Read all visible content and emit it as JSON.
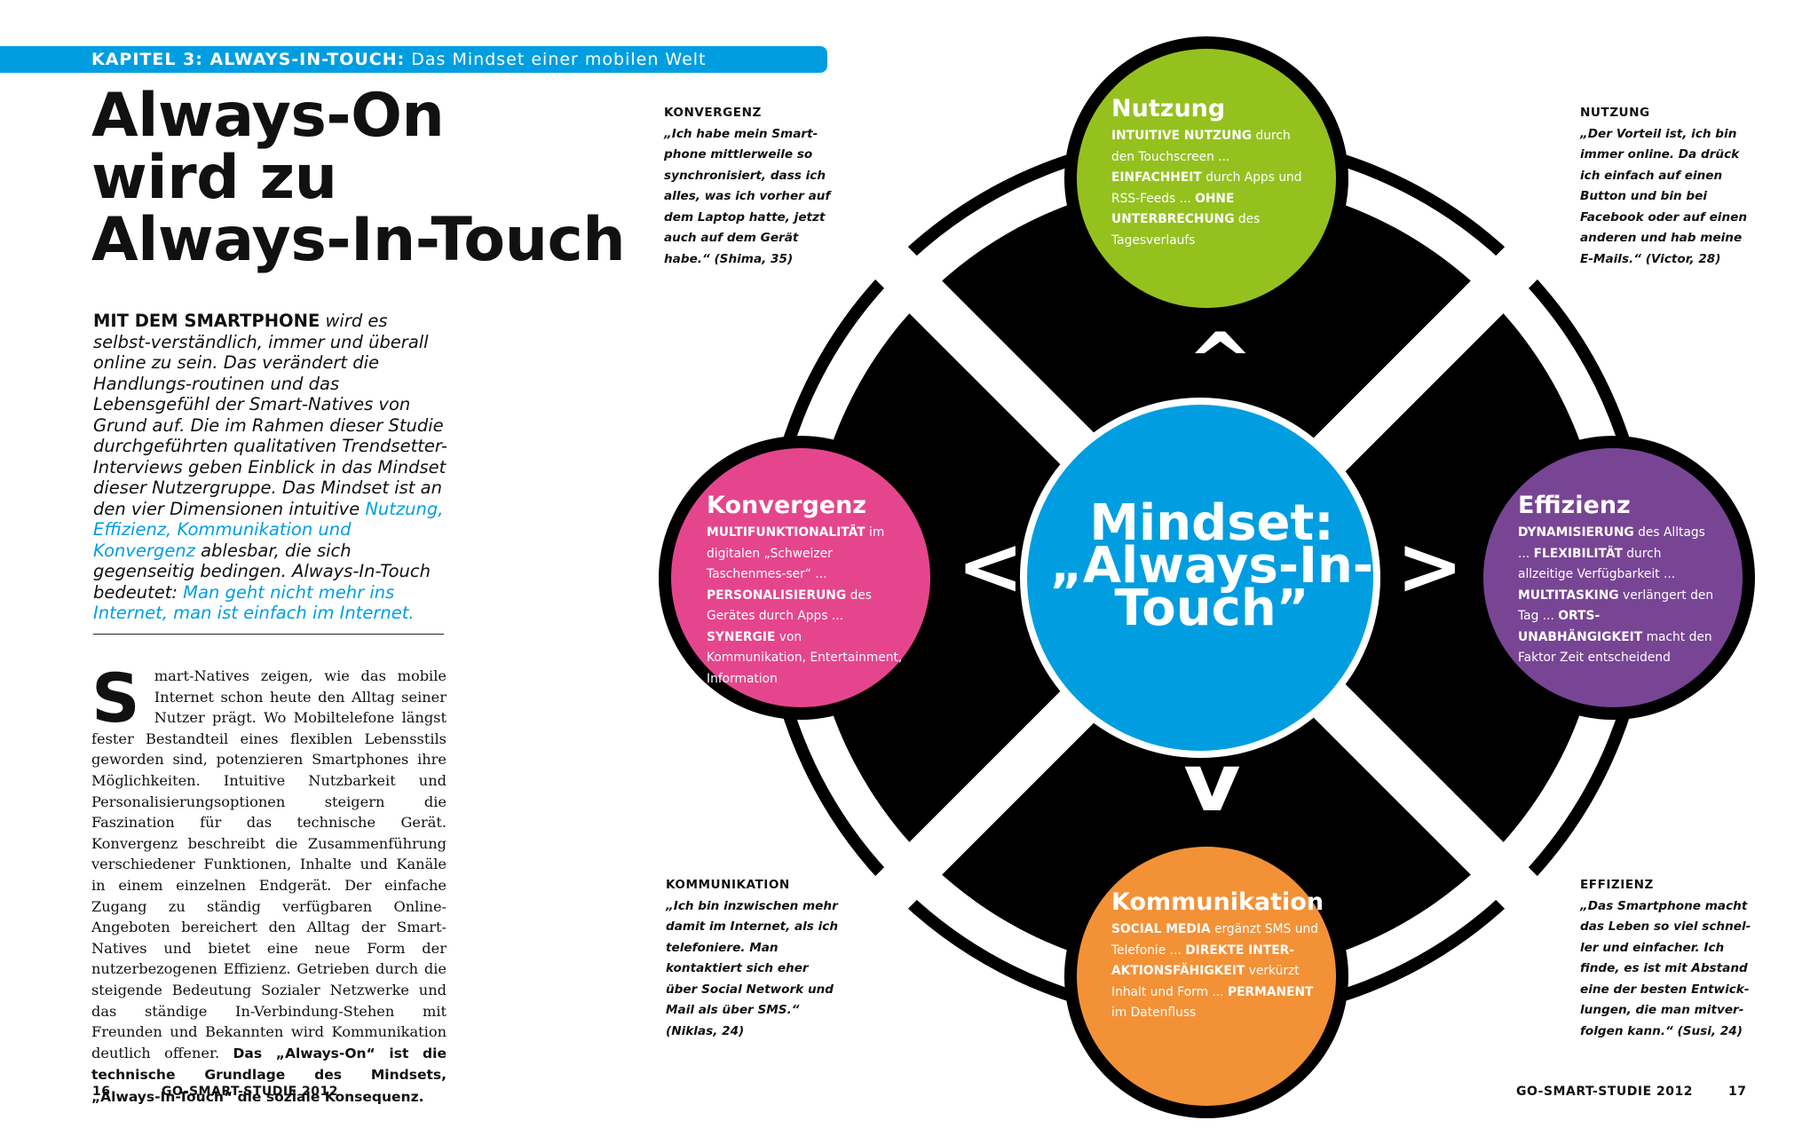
{
  "header": {
    "chapter": "KAPITEL 3: ALWAYS-IN-TOUCH:",
    "subtitle": "Das Mindset einer mobilen Welt"
  },
  "title": {
    "line1": "Always-On",
    "line2": "wird zu",
    "line3": "Always-In-Touch"
  },
  "lead": {
    "bold": "MIT DEM SMARTPHONE",
    "text1": "wird es selbst-verständlich, immer und überall online zu sein. Das verändert die Handlungs-routinen und das Lebensgefühl der Smart-Natives von Grund auf. Die im Rahmen dieser Studie durchgeführten qualitativen Trendsetter-Interviews geben Einblick in das Mindset dieser Nutzergruppe. Das Mindset ist an den vier Dimensionen intuitive",
    "hl1": "Nutzung, Effizienz, Kommunikation und Konvergenz",
    "text2": "ablesbar, die sich gegenseitig bedingen. Always-In-Touch bedeutet:",
    "hl2": "Man geht nicht mehr ins Internet, man ist einfach im Internet."
  },
  "body": {
    "dropcap": "S",
    "text": "mart-Natives zeigen, wie das mobile Internet schon heute den Alltag seiner Nutzer prägt. Wo Mobiltelefone längst fester Bestandteil eines flexiblen Lebensstils geworden sind, potenzieren Smartphones ihre Möglichkeiten. Intuitive Nutzbarkeit und Personalisierungsoptionen steigern die Faszination für das technische Gerät. Konvergenz beschreibt die Zusammenführung verschiedener Funktionen, Inhalte und Kanäle in einem einzelnen Endgerät. Der einfache Zugang zu ständig verfügbaren Online-Angeboten bereichert den Alltag der Smart-Natives und bietet eine neue Form der nutzerbezogenen Effizienz. Getrieben durch die steigende Bedeutung Sozialer Netzwerke und das ständige In-Verbindung-Stehen mit Freunden und Bekannten wird Kommunikation deutlich offener.",
    "bold": "Das „Always-On“ ist die technische Grundlage des Mindsets, „Always-In-Touch“ die soziale Konsequenz."
  },
  "quotes": {
    "konvergenz": {
      "heading": "KONVERGENZ",
      "text": "„Ich habe mein Smart-phone mittlerweile so synchronisiert, dass ich alles, was ich vorher auf dem Laptop hatte, jetzt auch auf dem Gerät habe.“ (Shima, 35)"
    },
    "nutzung": {
      "heading": "NUTZUNG",
      "text": "„Der Vorteil ist, ich bin immer online. Da drück ich einfach auf einen Button und bin bei Facebook oder auf einen anderen und hab meine E-Mails.“ (Victor, 28)"
    },
    "kommunikation": {
      "heading": "KOMMUNIKATION",
      "text": "„Ich bin inzwischen mehr damit im Internet, als ich telefoniere. Man kontaktiert sich eher über Social Network und Mail als über SMS.“ (Niklas, 24)"
    },
    "effizienz": {
      "heading": "EFFIZIENZ",
      "text": "„Das Smartphone macht das Leben so viel schnel-ler und einfacher. Ich finde, es ist mit Abstand eine der besten Entwick-lungen, die man mitver-folgen kann.“ (Susi, 24)"
    }
  },
  "diagram": {
    "center": {
      "line1": "Mindset:",
      "line2": "„Always-In-",
      "line3": "Touch”"
    },
    "arrows": {
      "up": "^",
      "down": "v",
      "left": "<",
      "right": ">"
    },
    "nutzung": {
      "title": "Nutzung",
      "b1": "INTUITIVE NUTZUNG",
      "t1": "durch den Touchscreen ...",
      "b2": "EINFACHHEIT",
      "t2": "durch Apps und RSS-Feeds ...",
      "b3": "OHNE UNTERBRECHUNG",
      "t3": "des Tagesverlaufs"
    },
    "konvergenz": {
      "title": "Konvergenz",
      "b1": "MULTIFUNKTIONALITÄT",
      "t1": "im digitalen „Schweizer Taschenmes-ser“ ...",
      "b2": "PERSONALISIERUNG",
      "t2": "des Gerätes durch Apps ...",
      "b3": "SYNERGIE",
      "t3": "von Kommunikation, Entertainment, Information"
    },
    "effizienz": {
      "title": "Effizienz",
      "b1": "DYNAMISIERUNG",
      "t1": "des Alltags ...",
      "b2": "FLEXIBILITÄT",
      "t2": "durch allzeitige Verfügbarkeit ...",
      "b3": "MULTITASKING",
      "t3": "verlängert den Tag ...",
      "b4": "ORTS-UNABHÄNGIGKEIT",
      "t4": "macht den Faktor Zeit entscheidend"
    },
    "kommunikation": {
      "title": "Kommunikation",
      "b1": "SOCIAL MEDIA",
      "t1": "ergänzt SMS und Telefonie ...",
      "b2": "DIREKTE INTER-AKTIONSFÄHIGKEIT",
      "t2": "verkürzt Inhalt und Form ...",
      "b3": "PERMANENT",
      "t3": "im Datenfluss"
    },
    "colors": {
      "nutzung": "#95c11f",
      "konvergenz": "#e5458c",
      "effizienz": "#774594",
      "kommunikation": "#f39137",
      "center": "#009ee0",
      "background": "#000000"
    }
  },
  "footer": {
    "left_page": "16",
    "left_pub": "GO-SMART-STUDIE 2012",
    "right_pub": "GO-SMART-STUDIE 2012",
    "right_page": "17"
  }
}
